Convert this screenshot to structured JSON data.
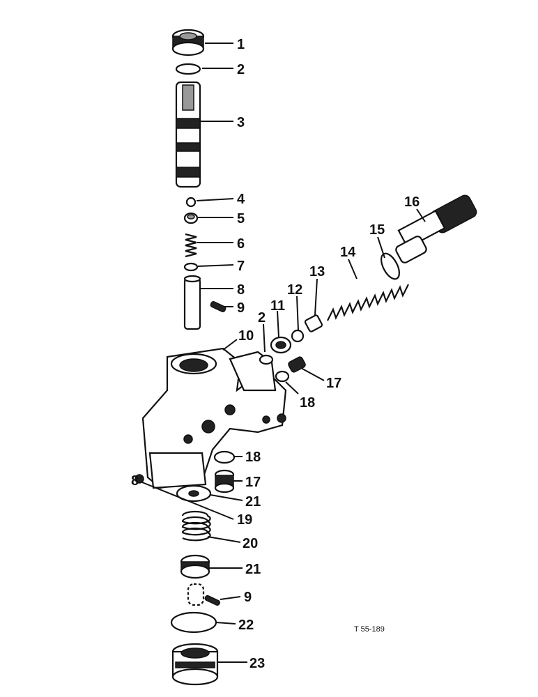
{
  "callouts": [
    "1",
    "2",
    "3",
    "4",
    "5",
    "6",
    "7",
    "8",
    "9",
    "10",
    "11",
    "2",
    "12",
    "13",
    "14",
    "15",
    "16",
    "17",
    "18",
    "18",
    "17",
    "8",
    "21",
    "19",
    "20",
    "21",
    "9",
    "22",
    "23"
  ],
  "reference": "T 55-189"
}
